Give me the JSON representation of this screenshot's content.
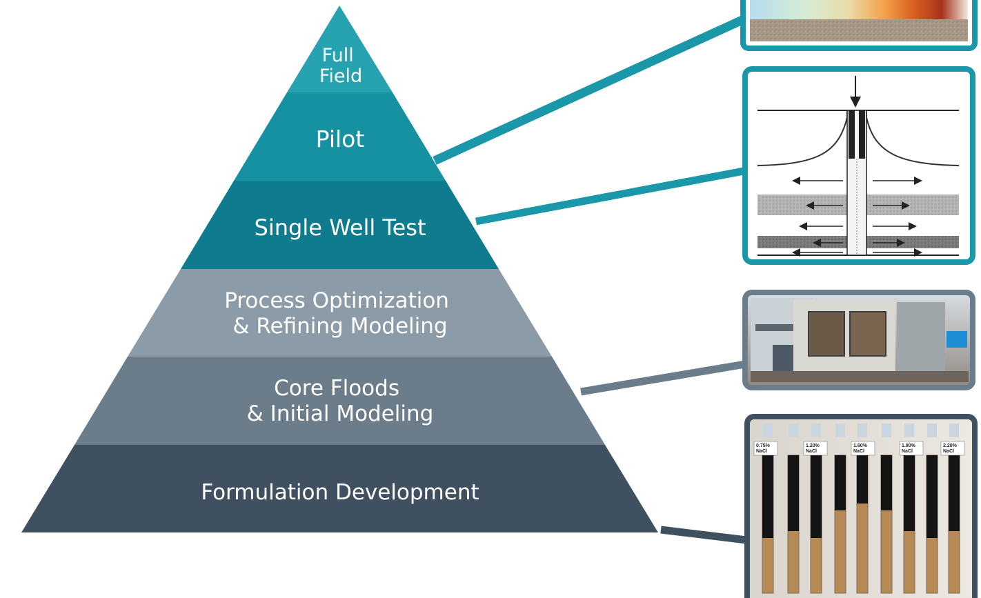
{
  "pyramid": {
    "tiers": [
      {
        "id": "full-field",
        "lines": [
          "Full",
          "Field"
        ],
        "color": "#26a2b1"
      },
      {
        "id": "pilot",
        "lines": [
          "Pilot"
        ],
        "color": "#1691a2"
      },
      {
        "id": "single-well-test",
        "lines": [
          "Single Well Test"
        ],
        "color": "#0e7b8e"
      },
      {
        "id": "process-optimization",
        "lines": [
          "Process Optimization",
          "& Refining Modeling"
        ],
        "color": "#8b9ca8"
      },
      {
        "id": "core-floods",
        "lines": [
          "Core Floods",
          "& Initial Modeling"
        ],
        "color": "#6b7d8a"
      },
      {
        "id": "formulation-development",
        "lines": [
          "Formulation Development"
        ],
        "color": "#3f5060"
      }
    ]
  },
  "images": {
    "simulation": {
      "border_color": "#1a97a8"
    },
    "well_schematic": {
      "border_color": "#1a97a8"
    },
    "lab_photo": {
      "border_color": "#6b7d8a"
    },
    "tubes_photo": {
      "border_color": "#3f5060",
      "labels": [
        "0.75%\nNaCl",
        "1.20%\nNaCl",
        "1.60%\nNaCl",
        "1.80%\nNaCl",
        "2.20%\nNaCl"
      ]
    }
  }
}
